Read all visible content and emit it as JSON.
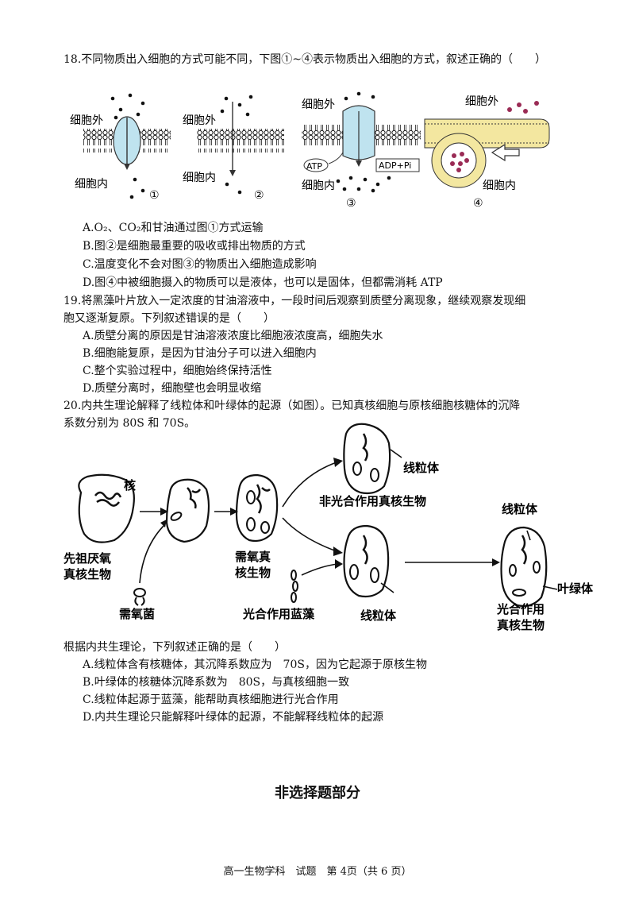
{
  "q18": {
    "stem": "18.不同物质出入细胞的方式可能不同，下图①~④表示物质出入细胞的方式，叙述正确的（　　）",
    "figure": {
      "outside_labels": [
        "细胞外",
        "细胞外",
        "细胞外",
        "细胞外"
      ],
      "inside_labels": [
        "细胞内",
        "细胞内",
        "细胞内",
        "细胞内"
      ],
      "numbers": [
        "①",
        "②",
        "③",
        "④"
      ],
      "atp": "ATP",
      "adp": "ADP+Pi"
    },
    "options": [
      "A.O₂、CO₂和甘油通过图①方式运输",
      "B.图②是细胞最重要的吸收或排出物质的方式",
      "C.温度变化不会对图③的物质出入细胞造成影响",
      "D.图④中被细胞摄入的物质可以是液体，也可以是固体，但都需消耗 ATP"
    ]
  },
  "q19": {
    "stem_line1": "19.将黑藻叶片放入一定浓度的甘油溶液中，一段时间后观察到质壁分离现象，继续观察发现细",
    "stem_line2": "胞又逐渐复原。下列叙述错误的是（　　）",
    "options": [
      "A.质壁分离的原因是甘油溶液浓度比细胞液浓度高，细胞失水",
      "B.细胞能复原，是因为甘油分子可以进入细胞内",
      "C.整个实验过程中，细胞始终保持活性",
      "D.质壁分离时，细胞壁也会明显收缩"
    ]
  },
  "q20": {
    "stem_line1": "20.内共生理论解释了线粒体和叶绿体的起源（如图）。已知真核细胞与原核细胞核糖体的沉降",
    "stem_line2": "系数分别为 80S 和 70S。",
    "figure": {
      "nucleus": "核",
      "ancestor_line1": "先祖厌氧",
      "ancestor_line2": "真核生物",
      "aerobic_bacteria": "需氧菌",
      "aerobic_euk_line1": "需氧真",
      "aerobic_euk_line2": "核生物",
      "mito_top": "线粒体",
      "nonphoto": "非光合作用真核生物",
      "cyano": "光合作用蓝藻",
      "mito_mid": "线粒体",
      "mito_right": "线粒体",
      "chloroplast": "叶绿体",
      "photo_euk_line1": "光合作用",
      "photo_euk_line2": "真核生物"
    },
    "sub_stem": "根据内共生理论，下列叙述正确的是（　　）",
    "options": [
      "A.线粒体含有核糖体，其沉降系数应为　70S，因为它起源于原核生物",
      "B.叶绿体的核糖体沉降系数为　80S，与真核细胞一致",
      "C.线粒体起源于蓝藻，能帮助真核细胞进行光合作用",
      "D.内共生理论只能解释叶绿体的起源，不能解释线粒体的起源"
    ]
  },
  "section_title": "非选择题部分",
  "footer": "高一生物学科　试题　第 4页（共 6 页）"
}
